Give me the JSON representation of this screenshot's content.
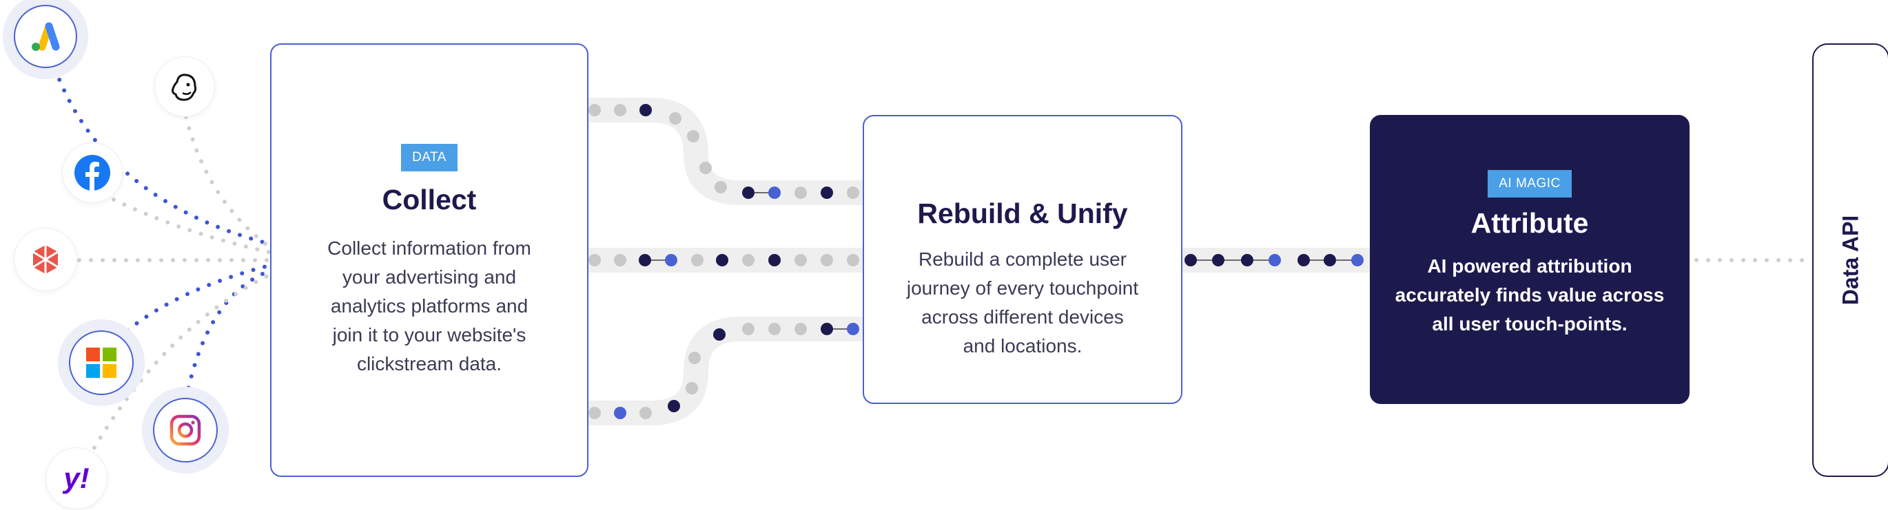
{
  "cards": {
    "collect": {
      "badge": "DATA",
      "title": "Collect",
      "desc": [
        "Collect information from",
        "your advertising and",
        "analytics platforms and",
        "join it to your website's",
        "clickstream data."
      ]
    },
    "rebuild": {
      "title": "Rebuild & Unify",
      "desc": [
        "Rebuild a complete user",
        "journey of every touchpoint",
        "across different devices",
        "and locations."
      ]
    },
    "attribute": {
      "badge": "AI MAGIC",
      "title": "Attribute",
      "desc": [
        "AI powered attribution",
        "accurately finds value across",
        "all user touch-points."
      ]
    }
  },
  "data_api": {
    "label": "Data API"
  },
  "sources": [
    {
      "name": "google-ads-icon"
    },
    {
      "name": "mailchimp-icon"
    },
    {
      "name": "facebook-icon"
    },
    {
      "name": "asterisk-icon"
    },
    {
      "name": "microsoft-icon"
    },
    {
      "name": "instagram-icon"
    },
    {
      "name": "yahoo-icon",
      "text": "y!"
    }
  ],
  "colors": {
    "navy": "#1c1a4d",
    "blue": "#4a61d1",
    "badge_blue": "#4a9fe6",
    "dot_gray": "#c8c8c8",
    "track_gray": "#efefef"
  }
}
